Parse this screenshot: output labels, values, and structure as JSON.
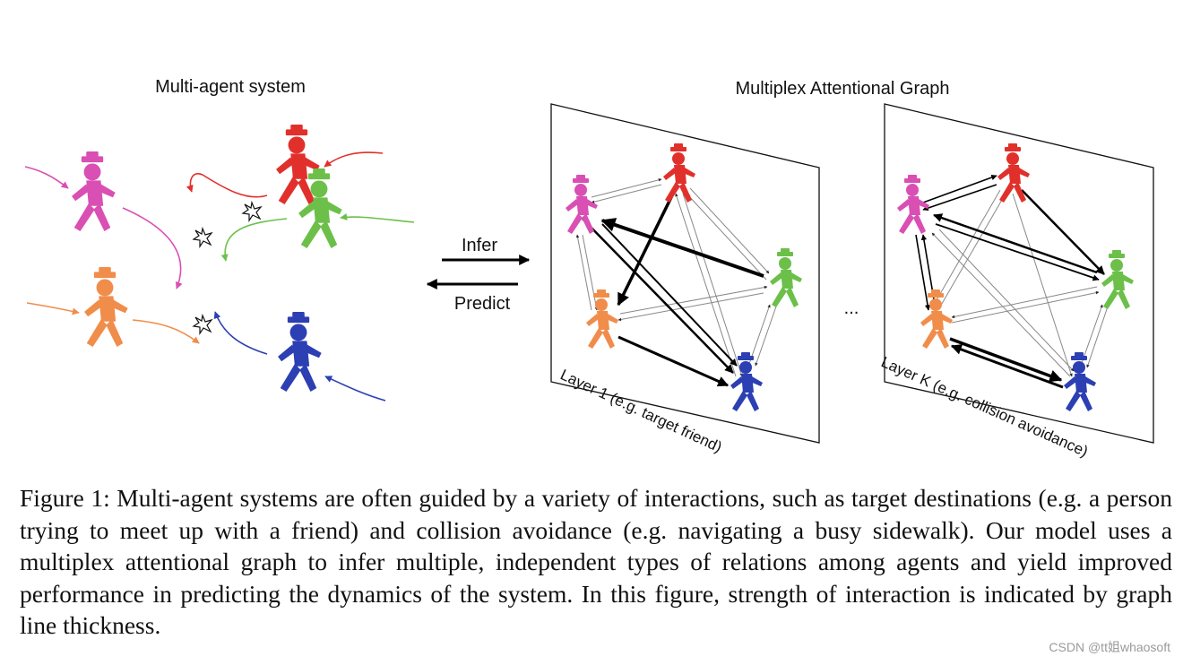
{
  "figure": {
    "left_title": "Multi-agent system",
    "right_title": "Multiplex Attentional Graph",
    "infer_label": "Infer",
    "predict_label": "Predict",
    "ellipsis": "...",
    "layers": [
      {
        "label": "Layer 1 (e.g. target friend)"
      },
      {
        "label": "Layer K (e.g. collision avoidance)"
      }
    ],
    "agents": [
      {
        "name": "magenta",
        "color": "#d94fb4"
      },
      {
        "name": "red",
        "color": "#e1302b"
      },
      {
        "name": "green",
        "color": "#6cc04a"
      },
      {
        "name": "orange",
        "color": "#f08d4b"
      },
      {
        "name": "blue",
        "color": "#2c3fb3"
      }
    ]
  },
  "caption": "Figure 1: Multi-agent systems are often guided by a variety of interactions, such as target destinations (e.g.  a person trying to meet up with a friend) and collision avoidance (e.g.  navigating a busy sidewalk). Our model uses a multiplex attentional graph to infer multiple, independent types of relations among agents and yield improved performance in predicting the dynamics of the system. In this figure, strength of interaction is indicated by graph line thickness.",
  "watermark": "CSDN @tt姐whaosoft"
}
